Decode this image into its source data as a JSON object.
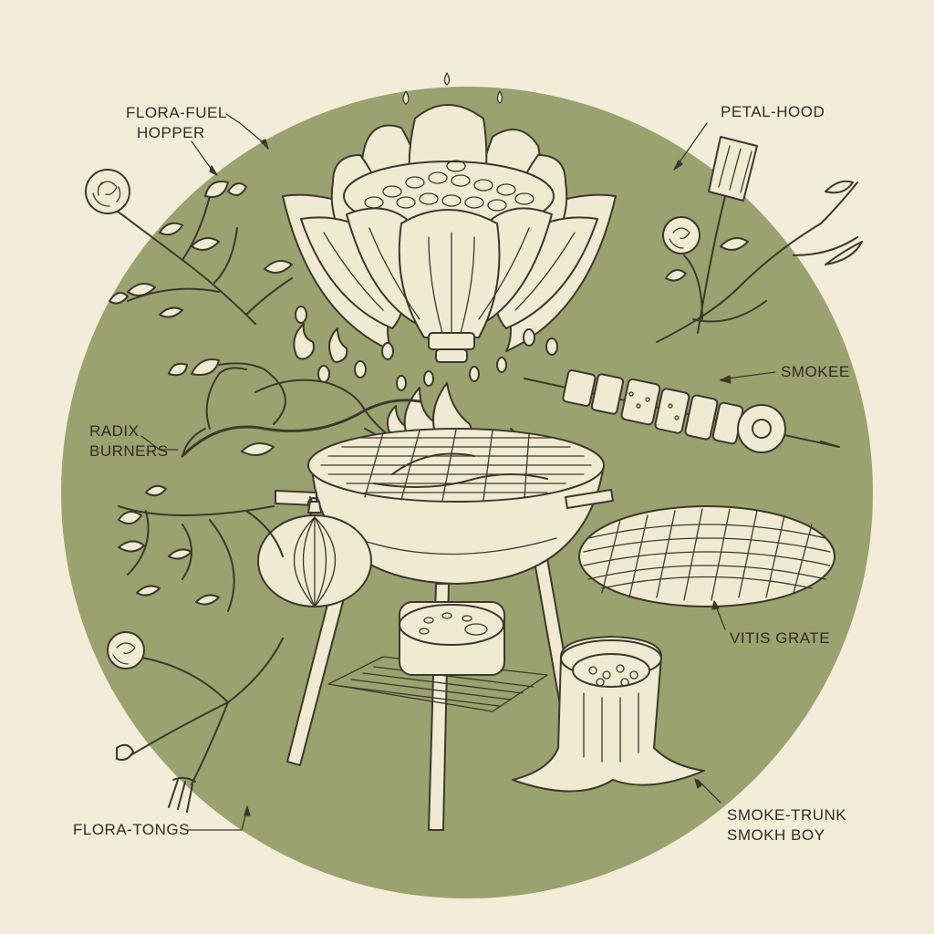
{
  "colors": {
    "background": "#f2ecd9",
    "disc": "#9aa26f",
    "ink": "#3a3a2c",
    "line_fill": "#f0ead3"
  },
  "labels": {
    "flora_fuel_hopper": [
      "FLORA-FUEL",
      "HOPPER"
    ],
    "petal_hood": [
      "PETAL-HOOD"
    ],
    "smokee": [
      "SMOKEE"
    ],
    "radix_burners": [
      "RADIX",
      "BURNERS"
    ],
    "vitis_grate": [
      "VITIS GRATE"
    ],
    "flora_tongs": [
      "FLORA-TONGS"
    ],
    "smoke_trunk": [
      "SMOKE-TRUNK",
      "SMOKH BOY"
    ]
  },
  "icons": [
    "lotus-hopper-icon",
    "grill-kettle-icon",
    "flame-icon",
    "spatula-icon",
    "skewer-icon",
    "woven-grate-icon",
    "tree-stump-smoker-icon",
    "vine-branch-icon",
    "rose-icon",
    "gourd-icon",
    "fork-icon",
    "burner-icon"
  ]
}
